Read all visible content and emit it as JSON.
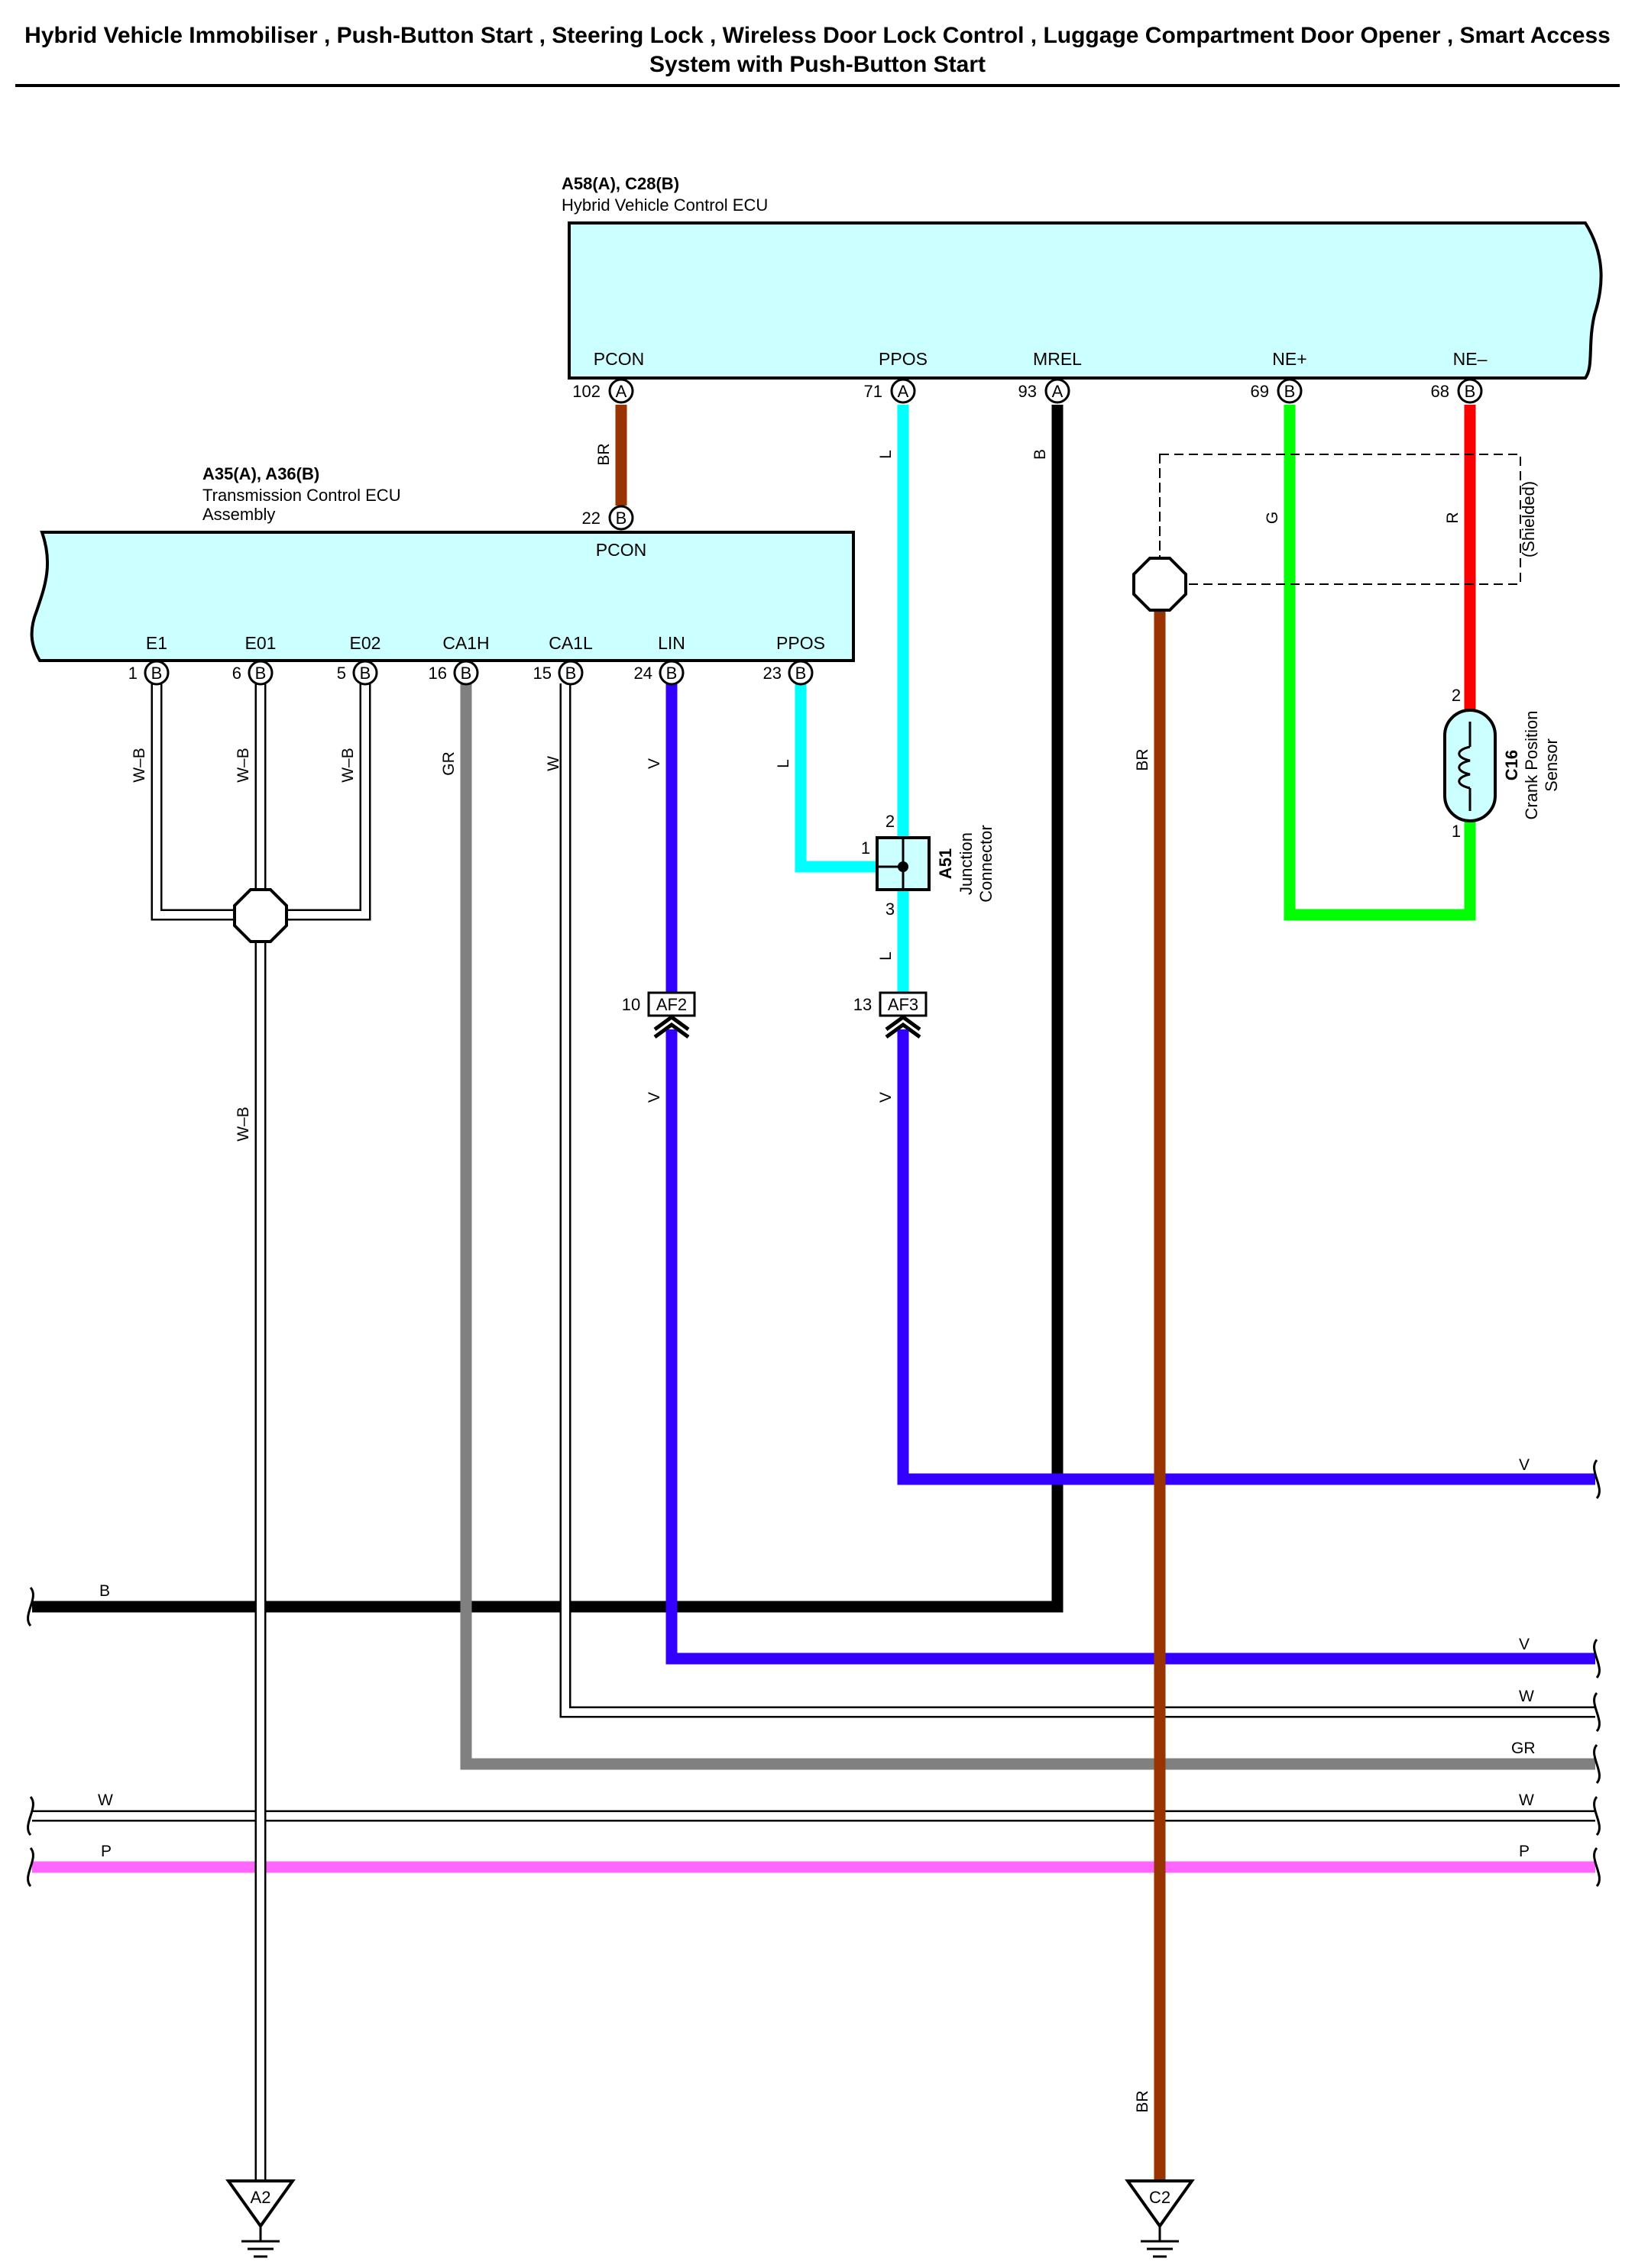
{
  "title": "Hybrid Vehicle Immobiliser , Push-Button Start , Steering Lock , Wireless Door Lock Control , Luggage Compartment Door Opener , Smart Access System with Push-Button Start",
  "colors": {
    "ecu_fill": "#ccffff",
    "wire_BR": "#993300",
    "wire_L": "#00ffff",
    "wire_B": "#000000",
    "wire_G": "#00ff00",
    "wire_R": "#ff0000",
    "wire_V": "#3300ff",
    "wire_GR": "#808080",
    "wire_W": "#ffffff",
    "wire_P": "#ff66ff"
  },
  "hv_ecu": {
    "code": "A58(A), C28(B)",
    "name": "Hybrid Vehicle Control ECU",
    "pins": [
      {
        "name": "PCON",
        "num": "102",
        "conn": "A"
      },
      {
        "name": "PPOS",
        "num": "71",
        "conn": "A"
      },
      {
        "name": "MREL",
        "num": "93",
        "conn": "A"
      },
      {
        "name": "NE+",
        "num": "69",
        "conn": "B"
      },
      {
        "name": "NE–",
        "num": "68",
        "conn": "B"
      }
    ]
  },
  "tcm": {
    "code": "A35(A), A36(B)",
    "name_line1": "Transmission Control ECU",
    "name_line2": "Assembly",
    "top_pin": {
      "name": "PCON",
      "num": "22",
      "conn": "B"
    },
    "pins": [
      {
        "name": "E1",
        "num": "1",
        "conn": "B"
      },
      {
        "name": "E01",
        "num": "6",
        "conn": "B"
      },
      {
        "name": "E02",
        "num": "5",
        "conn": "B"
      },
      {
        "name": "CA1H",
        "num": "16",
        "conn": "B"
      },
      {
        "name": "CA1L",
        "num": "15",
        "conn": "B"
      },
      {
        "name": "LIN",
        "num": "24",
        "conn": "B"
      },
      {
        "name": "PPOS",
        "num": "23",
        "conn": "B"
      }
    ]
  },
  "junction": {
    "code": "A51",
    "name_line1": "Junction",
    "name_line2": "Connector",
    "pin1": "1",
    "pin2": "2",
    "pin3": "3"
  },
  "sensor": {
    "code": "C16",
    "name_line1": "Crank Position",
    "name_line2": "Sensor",
    "pin1": "1",
    "pin2": "2"
  },
  "shielded_label": "(Shielded)",
  "connectors": {
    "af2": {
      "label": "AF2",
      "pin": "10"
    },
    "af3": {
      "label": "AF3",
      "pin": "13"
    }
  },
  "grounds": {
    "g1": "A2",
    "g2": "C2"
  },
  "wire_labels": {
    "br": "BR",
    "l": "L",
    "b": "B",
    "g": "G",
    "r": "R",
    "v": "V",
    "wb": "W–B",
    "gr": "GR",
    "w": "W",
    "p": "P"
  }
}
